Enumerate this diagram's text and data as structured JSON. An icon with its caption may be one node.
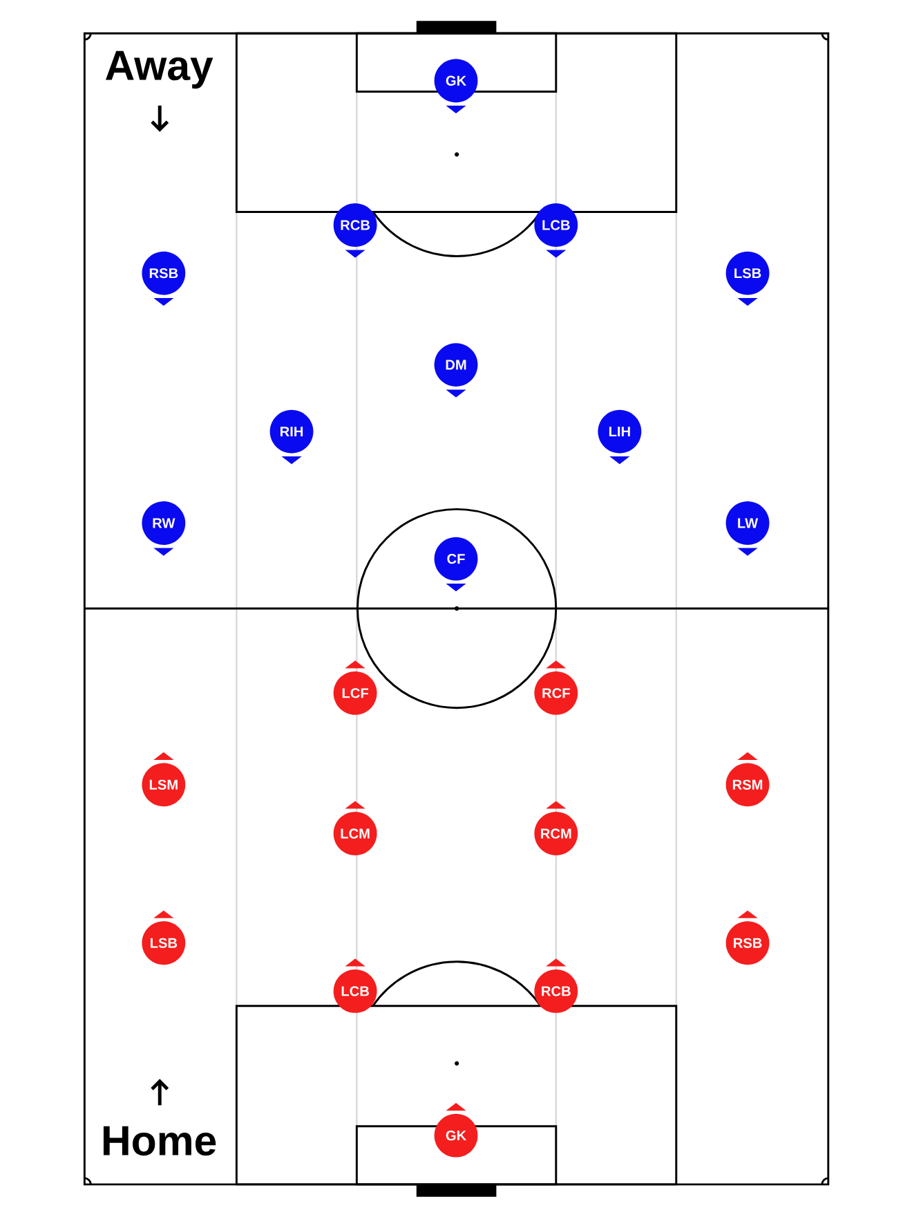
{
  "diagram": {
    "nodes": [
      {
        "text": [
          "GK"
        ]
      },
      {
        "text": [
          "RCB"
        ]
      },
      {
        "text": [
          "LCB"
        ]
      },
      {
        "text": [
          "RSB"
        ]
      },
      {
        "text": [
          "LSB"
        ]
      },
      {
        "text": [
          "DM"
        ]
      },
      {
        "text": [
          "RIH"
        ]
      },
      {
        "text": [
          "LIH"
        ]
      },
      {
        "text": [
          "RW"
        ]
      },
      {
        "text": [
          "LW"
        ]
      },
      {
        "text": [
          "CF"
        ]
      },
      {
        "text": [
          "LCF"
        ]
      },
      {
        "text": [
          "RCF"
        ]
      },
      {
        "text": [
          "LSM"
        ]
      },
      {
        "text": [
          "RSM"
        ]
      },
      {
        "text": [
          "LCM"
        ]
      },
      {
        "text": [
          "RCM"
        ]
      },
      {
        "text": [
          "LSB"
        ]
      },
      {
        "text": [
          "RSB"
        ]
      },
      {
        "text": [
          "LCB"
        ]
      },
      {
        "text": [
          "RCB"
        ]
      },
      {
        "text": [
          "GK"
        ]
      }
    ],
    "labels": [
      "Away",
      "Home"
    ]
  }
}
